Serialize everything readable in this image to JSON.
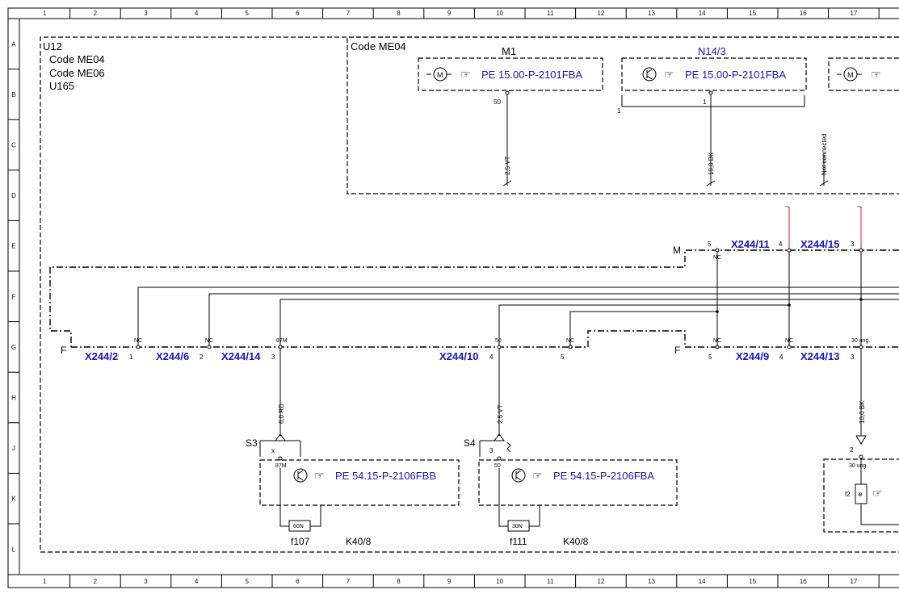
{
  "grid": {
    "columns": [
      "1",
      "2",
      "3",
      "4",
      "5",
      "6",
      "7",
      "8",
      "9",
      "10",
      "11",
      "12",
      "13",
      "14",
      "15",
      "16",
      "17"
    ],
    "rows": [
      "A",
      "B",
      "C",
      "D",
      "E",
      "F",
      "G",
      "H",
      "J",
      "K",
      "L"
    ]
  },
  "module": {
    "name": "U12",
    "codes": [
      "Code ME04",
      "Code ME06",
      "U165"
    ]
  },
  "sub_module": {
    "code": "Code ME04"
  },
  "components": {
    "m1": {
      "label": "M1",
      "ref": "PE 15.00-P-2101FBA",
      "pin": "50"
    },
    "n14_3": {
      "label": "N14/3",
      "ref": "PE 15.00-P-2101FBA",
      "pin": "1",
      "pin_left": "1"
    },
    "s3": {
      "label": "S3",
      "ref": "PE 54.15-P-2106FBB",
      "pin": "87M",
      "mark": "x"
    },
    "s4": {
      "label": "S4",
      "ref": "PE 54.15-P-2106FBA",
      "pin": "50",
      "mark": "3"
    },
    "f107": {
      "label": "f107",
      "rating": "60N",
      "group": "K40/8"
    },
    "f111": {
      "label": "f111",
      "rating": "30N",
      "group": "K40/8"
    },
    "f2": {
      "label": "f2",
      "pin": "30 ung.",
      "entry": "2"
    }
  },
  "wires": {
    "w1": "2,5 VT",
    "w2": "10,0 BK",
    "w3": "Not connected",
    "w4": "6,0 RD",
    "w5": "2,5 VT",
    "w6": "10,0 BK"
  },
  "connectors_top": {
    "marker": "M",
    "x244_11": {
      "name": "X244/11",
      "pin": "4"
    },
    "x244_15": {
      "name": "X244/15",
      "pin": "3"
    },
    "pin5": "5",
    "nc": "NC"
  },
  "connectors_bottom": {
    "marker_left": "F",
    "marker_right": "F",
    "items": [
      {
        "name": "X244/2",
        "pin": "1",
        "tag": "NC"
      },
      {
        "name": "X244/6",
        "pin": "2",
        "tag": "NC"
      },
      {
        "name": "X244/14",
        "pin": "3",
        "tag": "87M"
      },
      {
        "name": "X244/10",
        "pin": "4",
        "tag": "50"
      },
      {
        "name": "",
        "pin": "5",
        "tag": "NC"
      },
      {
        "name": "",
        "pin": "5",
        "tag": "NC"
      },
      {
        "name": "X244/9",
        "pin": "4",
        "tag": "NC"
      },
      {
        "name": "X244/13",
        "pin": "3",
        "tag": "30 ung."
      }
    ]
  }
}
